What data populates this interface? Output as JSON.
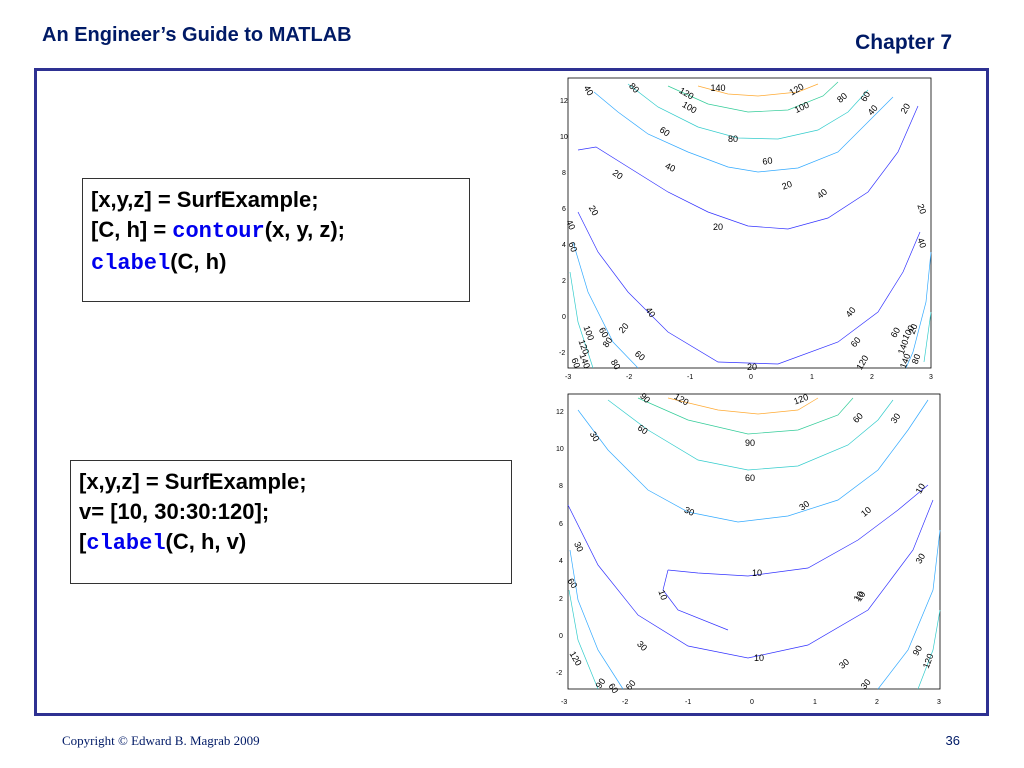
{
  "header": {
    "title": "An Engineer’s Guide to MATLAB",
    "chapter": "Chapter 7"
  },
  "code_box_1": {
    "line1": "[x,y,z] = SurfExample;",
    "line2_pre": "[C, h] = ",
    "line2_kw": "contour",
    "line2_post": "(x, y, z);",
    "line3_kw": "clabel",
    "line3_post": "(C, h)"
  },
  "code_box_2": {
    "line1": "[x,y,z] = SurfExample;",
    "line2": "v= [10, 30:30:120];",
    "line3_pre": "[",
    "line3_kw": "clabel",
    "line3_post": "(C, h, v)"
  },
  "colors": {
    "keyword": "#0000ee",
    "frame": "#2e3192",
    "header": "#001a66"
  },
  "chart_data": [
    {
      "type": "contour",
      "xlim": [
        -3,
        3
      ],
      "ylim": [
        -3,
        13
      ],
      "xticks": [
        "-3",
        "-2",
        "-1",
        "0",
        "1",
        "2",
        "3"
      ],
      "yticks": [
        "-2",
        "0",
        "2",
        "4",
        "6",
        "8",
        "10",
        "12"
      ],
      "contour_labels": [
        "40",
        "80",
        "120",
        "140",
        "120",
        "80",
        "60",
        "40",
        "20",
        "100",
        "60",
        "80",
        "100",
        "60",
        "40",
        "20",
        "20",
        "40",
        "20",
        "20",
        "40",
        "60",
        "20",
        "40",
        "40",
        "20",
        "60",
        "80",
        "100",
        "120",
        "140",
        "60",
        "80",
        "60",
        "20",
        "40",
        "60",
        "120",
        "140",
        "80",
        "100",
        "20",
        "60",
        "140"
      ]
    },
    {
      "type": "contour",
      "xlim": [
        -3,
        3
      ],
      "ylim": [
        -3,
        13
      ],
      "xticks": [
        "-3",
        "-2",
        "-1",
        "0",
        "1",
        "2",
        "3"
      ],
      "yticks": [
        "-2",
        "0",
        "2",
        "4",
        "6",
        "8",
        "10",
        "12"
      ],
      "levels": [
        10,
        30,
        60,
        90,
        120
      ],
      "contour_labels": [
        "90",
        "120",
        "120",
        "30",
        "60",
        "60",
        "30",
        "90",
        "60",
        "30",
        "30",
        "10",
        "10",
        "30",
        "60",
        "10",
        "10",
        "10",
        "30",
        "10",
        "60",
        "30",
        "10",
        "30",
        "90",
        "120",
        "120",
        "90",
        "60",
        "30"
      ]
    }
  ],
  "footer": {
    "copyright": "Copyright © Edward B. Magrab 2009",
    "page": "36"
  }
}
